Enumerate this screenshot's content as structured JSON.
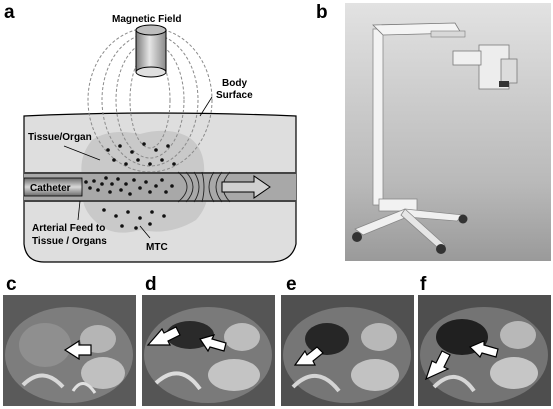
{
  "figure": {
    "panels": {
      "a": "a",
      "b": "b",
      "c": "c",
      "d": "d",
      "e": "e",
      "f": "f"
    },
    "schematic_labels": {
      "magnetic_field": "Magnetic Field",
      "body_surface_line1": "Body",
      "body_surface_line2": "Surface",
      "tissue_organ": "Tissue/Organ",
      "catheter": "Catheter",
      "arterial_feed_line1": "Arterial Feed to",
      "arterial_feed_line2": "Tissue / Organs",
      "mtc": "MTC"
    }
  }
}
